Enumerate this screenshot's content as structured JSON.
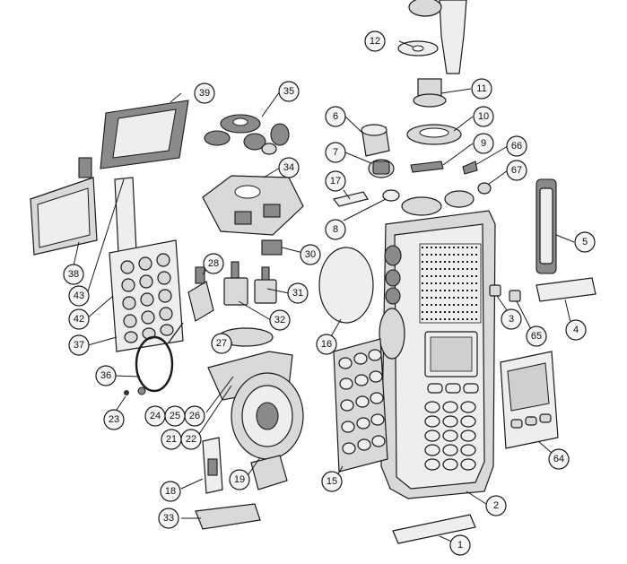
{
  "callouts": [
    "1",
    "2",
    "3",
    "4",
    "5",
    "6",
    "7",
    "8",
    "9",
    "10",
    "11",
    "12",
    "15",
    "16",
    "17",
    "18",
    "19",
    "21",
    "22",
    "23",
    "24",
    "25",
    "26",
    "27",
    "28",
    "30",
    "31",
    "32",
    "33",
    "34",
    "35",
    "36",
    "37",
    "38",
    "39",
    "42",
    "43",
    "64",
    "65",
    "66",
    "67"
  ],
  "colors": {
    "line": "#1a1a1a",
    "part_fill": "#d9d9d9",
    "background": "#ffffff"
  }
}
